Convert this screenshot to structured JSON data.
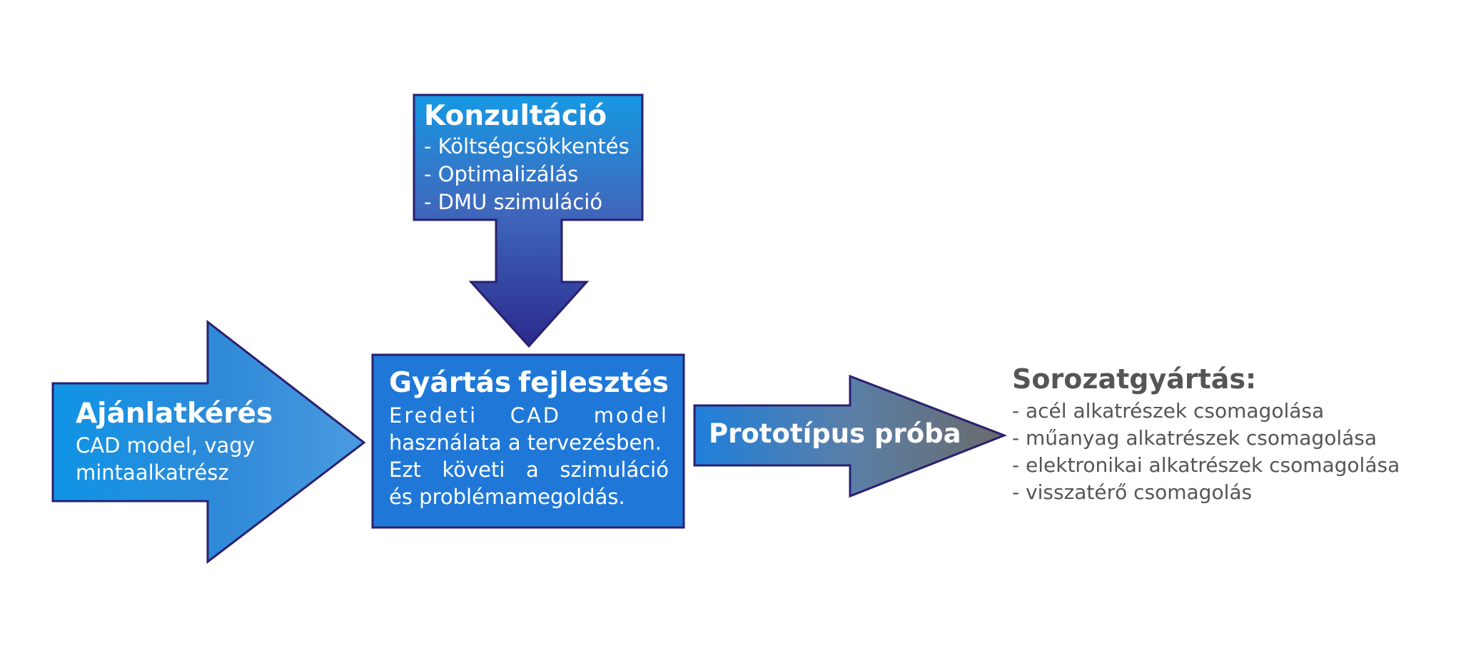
{
  "consultation": {
    "title": "Konzultáció",
    "items": [
      "- Költségcsökkentés",
      "- Optimalizálás",
      "- DMU szimuláció"
    ]
  },
  "request": {
    "title": "Ajánlatkérés",
    "lines": [
      "CAD model, vagy",
      "mintaalkatrész"
    ]
  },
  "development": {
    "title_words": [
      "Gyártás",
      "fejlesztés"
    ],
    "line1_words": [
      "Eredeti",
      "CAD",
      "model"
    ],
    "line2": "használata a tervezésben.",
    "line3_words": [
      "Ezt",
      "követi",
      "a",
      "szimuláció"
    ],
    "line4": "és problémamegoldás."
  },
  "prototype": {
    "title": "Prototípus próba"
  },
  "series_production": {
    "title": "Sorozatgyártás:",
    "items": [
      "- acél  alkatrészek csomagolása",
      "- műanyag alkatrészek csomagolása",
      "- elektronikai alkatrészek csomagolása",
      "- visszatérő csomagolás"
    ]
  },
  "colors": {
    "outline": "#2a2070",
    "blue_light": "#1e97e6",
    "blue_dark": "#2a2a8a",
    "blue_box": "#1f78d8",
    "prototype_gray": "#6e6e6e",
    "series_text": "#555555"
  }
}
